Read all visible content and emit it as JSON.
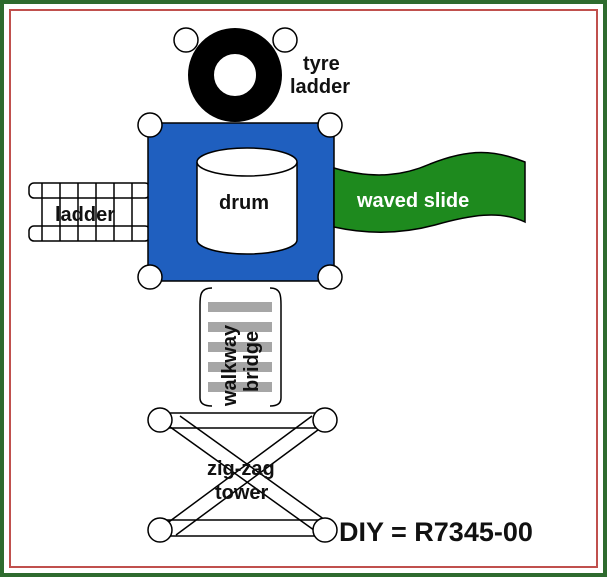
{
  "diagram": {
    "labels": {
      "tyre_ladder_line1": "tyre",
      "tyre_ladder_line2": "ladder",
      "drum": "drum",
      "ladder": "ladder",
      "waved_slide": "waved slide",
      "walkway_line1": "walkway",
      "walkway_line2": "bridge",
      "zigzag_line1": "zig-zag",
      "zigzag_line2": "tower"
    },
    "price_label": "DIY = R7345-00",
    "colors": {
      "outer_border": "#2e6b2e",
      "inner_border": "#c0504d",
      "platform": "#1f5fbf",
      "slide": "#1e8a1e",
      "tyre": "#000000",
      "walkway_stripe": "#a6a6a6"
    }
  }
}
